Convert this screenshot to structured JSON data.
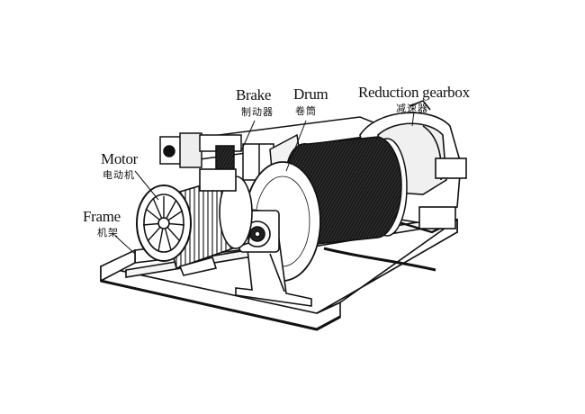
{
  "labels": {
    "brake": {
      "en": "Brake",
      "cn": "制动器"
    },
    "drum": {
      "en": "Drum",
      "cn": "卷筒"
    },
    "gearbox": {
      "en": "Reduction gearbox",
      "cn": "减速器"
    },
    "motor": {
      "en": "Motor",
      "cn": "电动机"
    },
    "frame": {
      "en": "Frame",
      "cn": "机架"
    }
  },
  "colors": {
    "ink": "#111111",
    "paper": "#ffffff",
    "shade": "#2a2a2a"
  }
}
